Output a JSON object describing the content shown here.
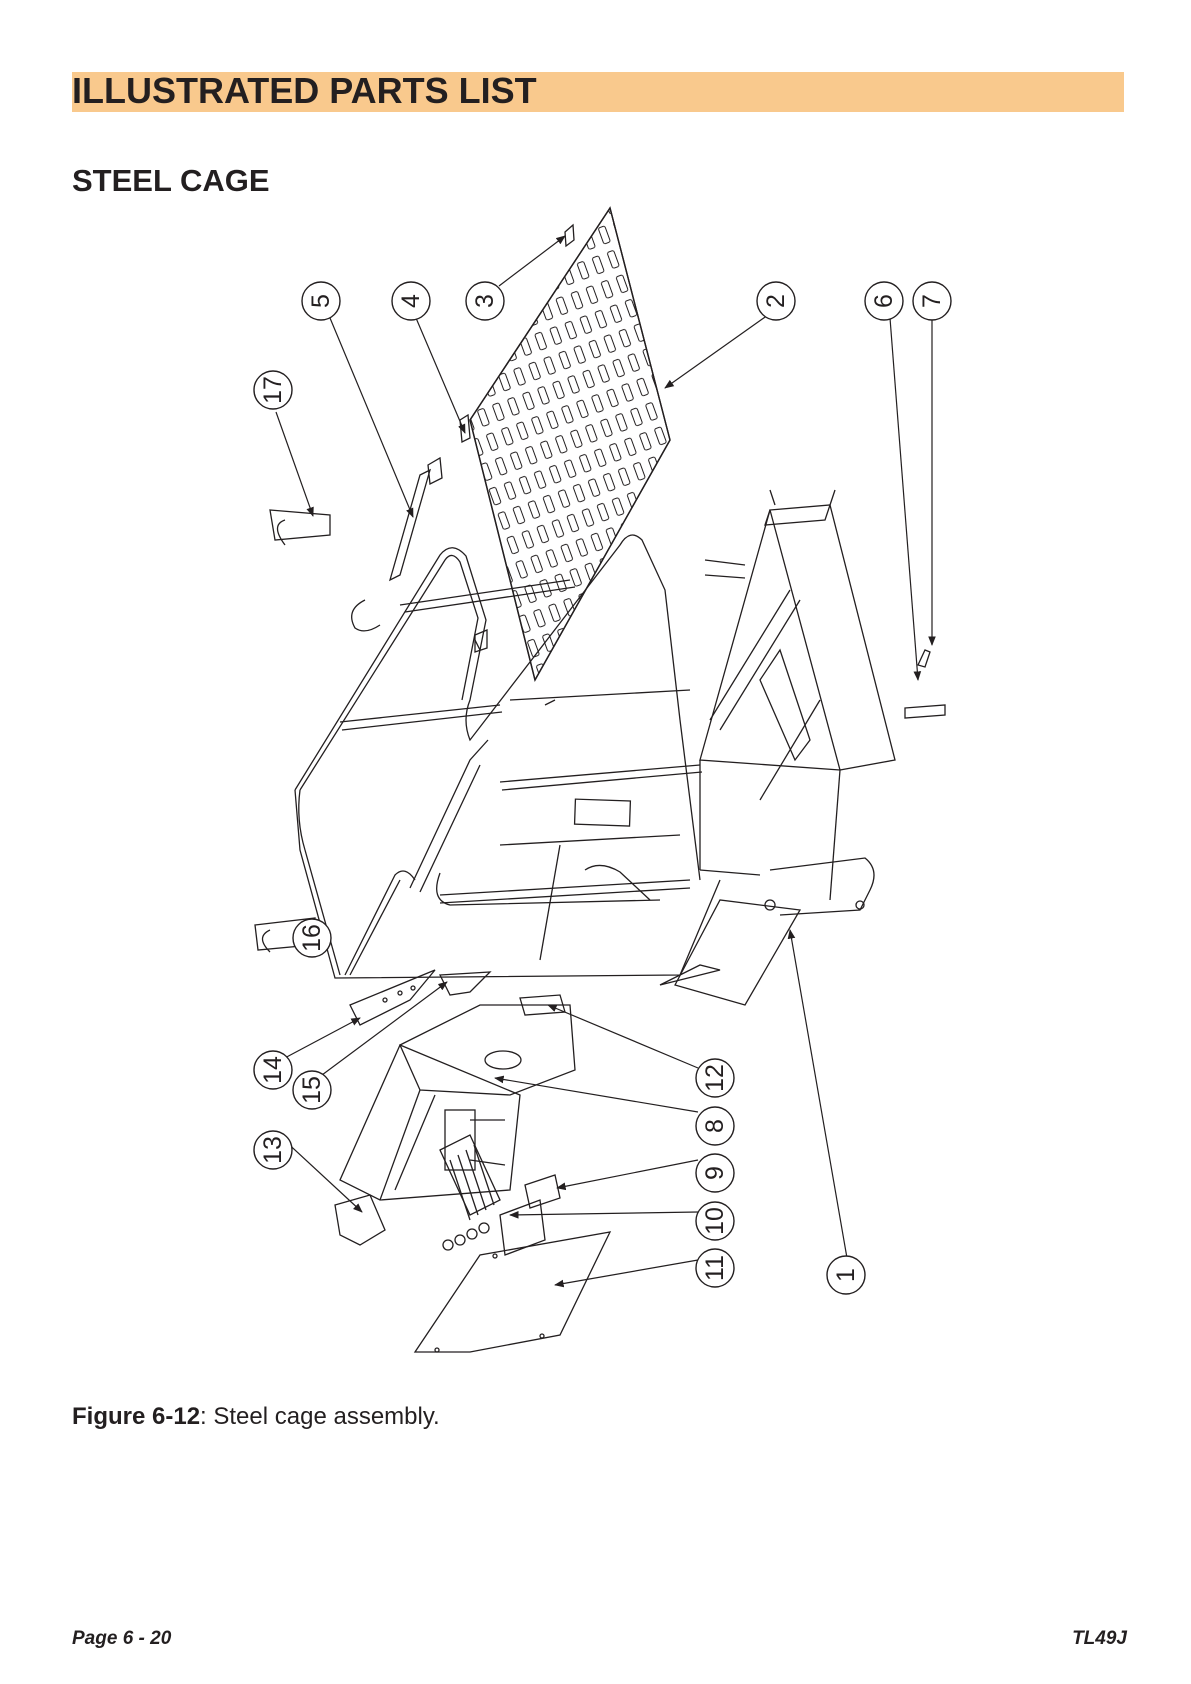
{
  "header": {
    "banner_title": "ILLUSTRATED PARTS LIST",
    "banner_color": "#f9c98d"
  },
  "section": {
    "title": "STEEL CAGE"
  },
  "figure": {
    "callouts": [
      "1",
      "2",
      "3",
      "4",
      "5",
      "6",
      "7",
      "8",
      "9",
      "10",
      "11",
      "12",
      "13",
      "14",
      "15",
      "16",
      "17"
    ],
    "caption_label": "Figure 6-12",
    "caption_text": ": Steel cage assembly."
  },
  "footer": {
    "page": "Page 6 - 20",
    "model": "TL49J"
  }
}
